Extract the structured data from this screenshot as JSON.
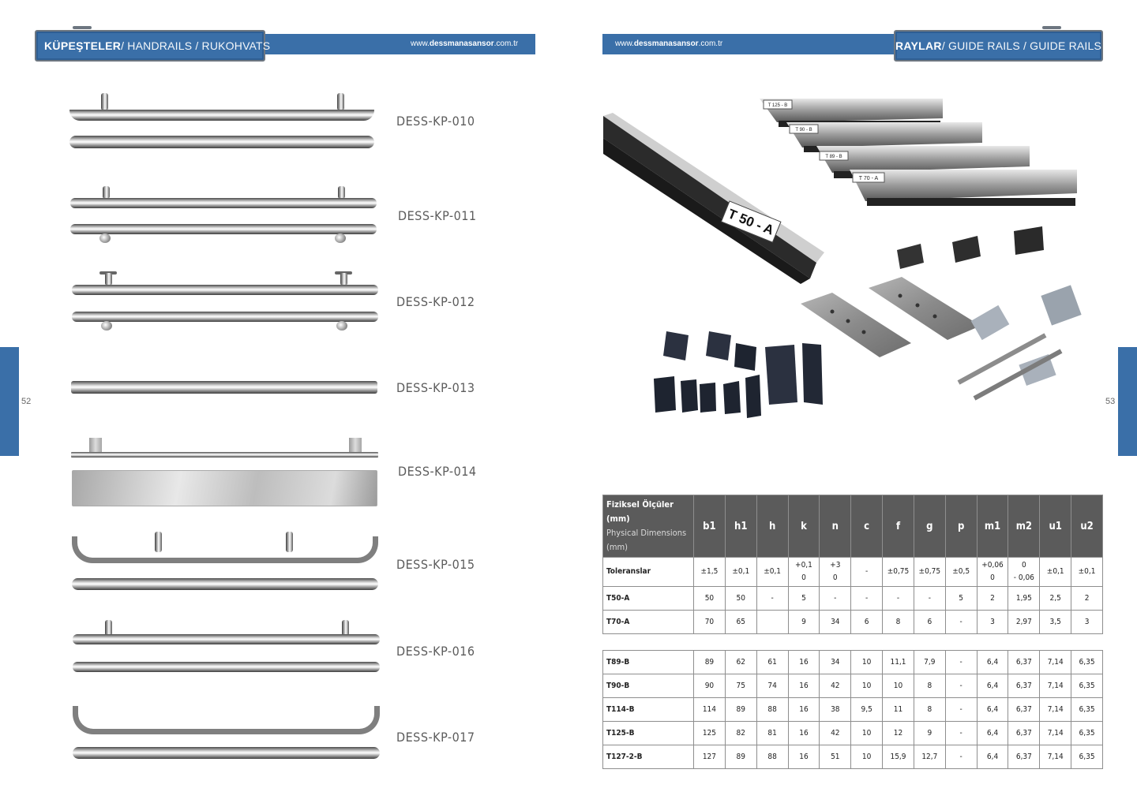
{
  "left_page": {
    "header": {
      "title_strong": "KÜPEŞTELER",
      "title_rest": " / HANDRAILS / RUKOHVATS",
      "url_prefix": "www.",
      "url_domain": "dessmanasansor",
      "url_suffix": ".com.tr"
    },
    "page_number": "52",
    "products": [
      {
        "code": "DESS-KP-010"
      },
      {
        "code": "DESS-KP-011"
      },
      {
        "code": "DESS-KP-012"
      },
      {
        "code": "DESS-KP-013"
      },
      {
        "code": "DESS-KP-014"
      },
      {
        "code": "DESS-KP-015"
      },
      {
        "code": "DESS-KP-016"
      },
      {
        "code": "DESS-KP-017"
      }
    ]
  },
  "right_page": {
    "header": {
      "title_strong": "RAYLAR",
      "title_rest": " / GUIDE RAILS / GUIDE RAILS",
      "url_prefix": "www.",
      "url_domain": "dessmanasansor",
      "url_suffix": ".com.tr"
    },
    "page_number": "53",
    "photo_labels": [
      "T 50 - A",
      "T 125 - B",
      "T 90 - B",
      "T 89 - B",
      "T 70 - A"
    ],
    "table": {
      "header": {
        "line1": "Fiziksel Ölçüler",
        "line2": "(mm)",
        "line3": "Physical Dimensions",
        "line4": "(mm)"
      },
      "columns": [
        "b1",
        "h1",
        "h",
        "k",
        "n",
        "c",
        "f",
        "g",
        "p",
        "m1",
        "m2",
        "u1",
        "u2"
      ],
      "tolerance": {
        "label": "Toleranslar",
        "values": [
          [
            "±1,5"
          ],
          [
            "±0,1"
          ],
          [
            "±0,1"
          ],
          [
            "+0,1",
            "0"
          ],
          [
            "+3",
            "0"
          ],
          [
            "-"
          ],
          [
            "±0,75"
          ],
          [
            "±0,75"
          ],
          [
            "±0,5"
          ],
          [
            "+0,06",
            "0"
          ],
          [
            "0",
            "- 0,06"
          ],
          [
            "±0,1"
          ],
          [
            "±0,1"
          ]
        ]
      },
      "group1": [
        {
          "name": "T50-A",
          "values": [
            "50",
            "50",
            "-",
            "5",
            "-",
            "-",
            "-",
            "-",
            "5",
            "2",
            "1,95",
            "2,5",
            "2"
          ]
        },
        {
          "name": "T70-A",
          "values": [
            "70",
            "65",
            "",
            "9",
            "34",
            "6",
            "8",
            "6",
            "-",
            "3",
            "2,97",
            "3,5",
            "3"
          ]
        }
      ],
      "group2": [
        {
          "name": "T89-B",
          "values": [
            "89",
            "62",
            "61",
            "16",
            "34",
            "10",
            "11,1",
            "7,9",
            "-",
            "6,4",
            "6,37",
            "7,14",
            "6,35"
          ]
        },
        {
          "name": "T90-B",
          "values": [
            "90",
            "75",
            "74",
            "16",
            "42",
            "10",
            "10",
            "8",
            "-",
            "6,4",
            "6,37",
            "7,14",
            "6,35"
          ]
        },
        {
          "name": "T114-B",
          "values": [
            "114",
            "89",
            "88",
            "16",
            "38",
            "9,5",
            "11",
            "8",
            "-",
            "6,4",
            "6,37",
            "7,14",
            "6,35"
          ]
        },
        {
          "name": "T125-B",
          "values": [
            "125",
            "82",
            "81",
            "16",
            "42",
            "10",
            "12",
            "9",
            "-",
            "6,4",
            "6,37",
            "7,14",
            "6,35"
          ]
        },
        {
          "name": "T127-2-B",
          "values": [
            "127",
            "89",
            "88",
            "16",
            "51",
            "10",
            "15,9",
            "12,7",
            "-",
            "6,4",
            "6,37",
            "7,14",
            "6,35"
          ]
        }
      ]
    }
  },
  "colors": {
    "brand_blue": "#3a6fa8",
    "table_header": "#5b5b5b",
    "frame_gray": "#6d7680"
  }
}
